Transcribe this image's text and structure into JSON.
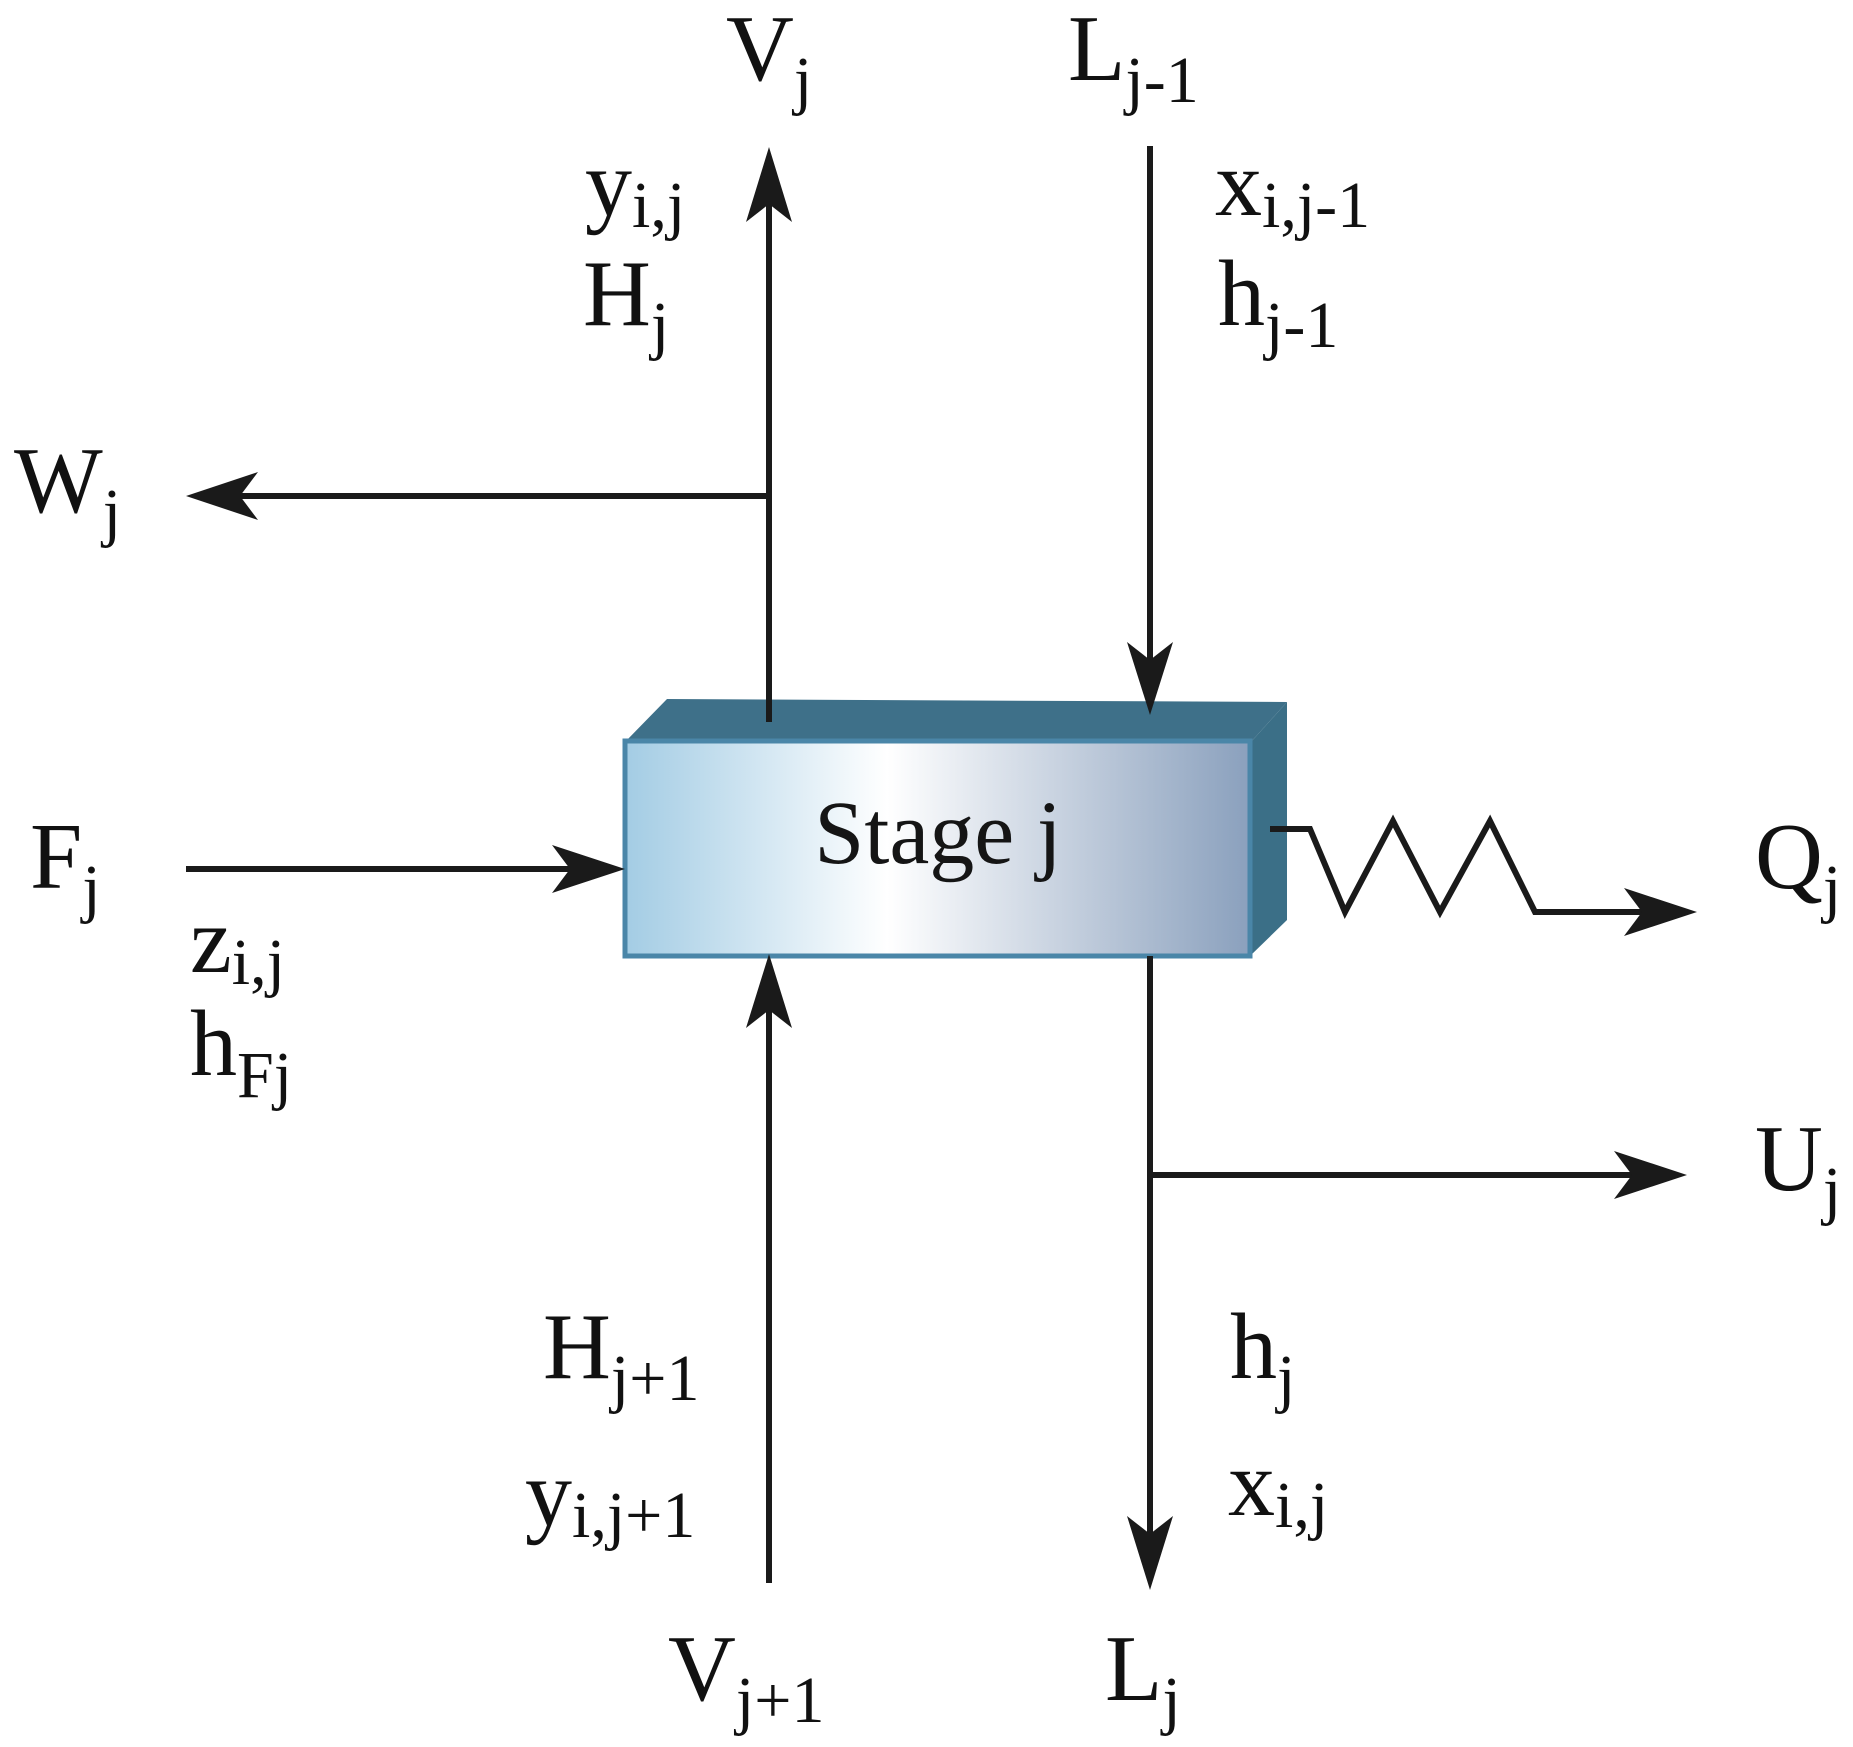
{
  "stage": {
    "label": "Stage j"
  },
  "streams": {
    "vapor_out": {
      "main": "V",
      "sub": "j"
    },
    "liquid_in": {
      "main": "L",
      "sub": "j-1"
    },
    "vapor_side": {
      "main": "W",
      "sub": "j"
    },
    "feed": {
      "main": "F",
      "sub": "j"
    },
    "heat": {
      "main": "Q",
      "sub": "j"
    },
    "liquid_side": {
      "main": "U",
      "sub": "j"
    },
    "vapor_in": {
      "main": "V",
      "sub": "j+1"
    },
    "liquid_out": {
      "main": "L",
      "sub": "j"
    }
  },
  "properties": {
    "vapor_out_y": {
      "main": "y",
      "sub": "i,j"
    },
    "vapor_out_H": {
      "main": "H",
      "sub": "j"
    },
    "liquid_in_x": {
      "main": "x",
      "sub": "i,j-1"
    },
    "liquid_in_h": {
      "main": "h",
      "sub": "j-1"
    },
    "feed_z": {
      "main": "z",
      "sub": "i,j"
    },
    "feed_h": {
      "main": "h",
      "sub": "Fj"
    },
    "vapor_in_H": {
      "main": "H",
      "sub": "j+1"
    },
    "vapor_in_y": {
      "main": "y",
      "sub": "i,j+1"
    },
    "liquid_out_h": {
      "main": "h",
      "sub": "j"
    },
    "liquid_out_x": {
      "main": "x",
      "sub": "i,j"
    }
  },
  "colors": {
    "stage_top": "#3e7089",
    "stage_side": "#3b6f87",
    "stage_border": "#4a86a8",
    "stage_face_left": "#a3cce4",
    "stage_face_mid": "#ffffff",
    "stage_face_right": "#8aa0bd",
    "arrow": "#1a1a1a"
  }
}
